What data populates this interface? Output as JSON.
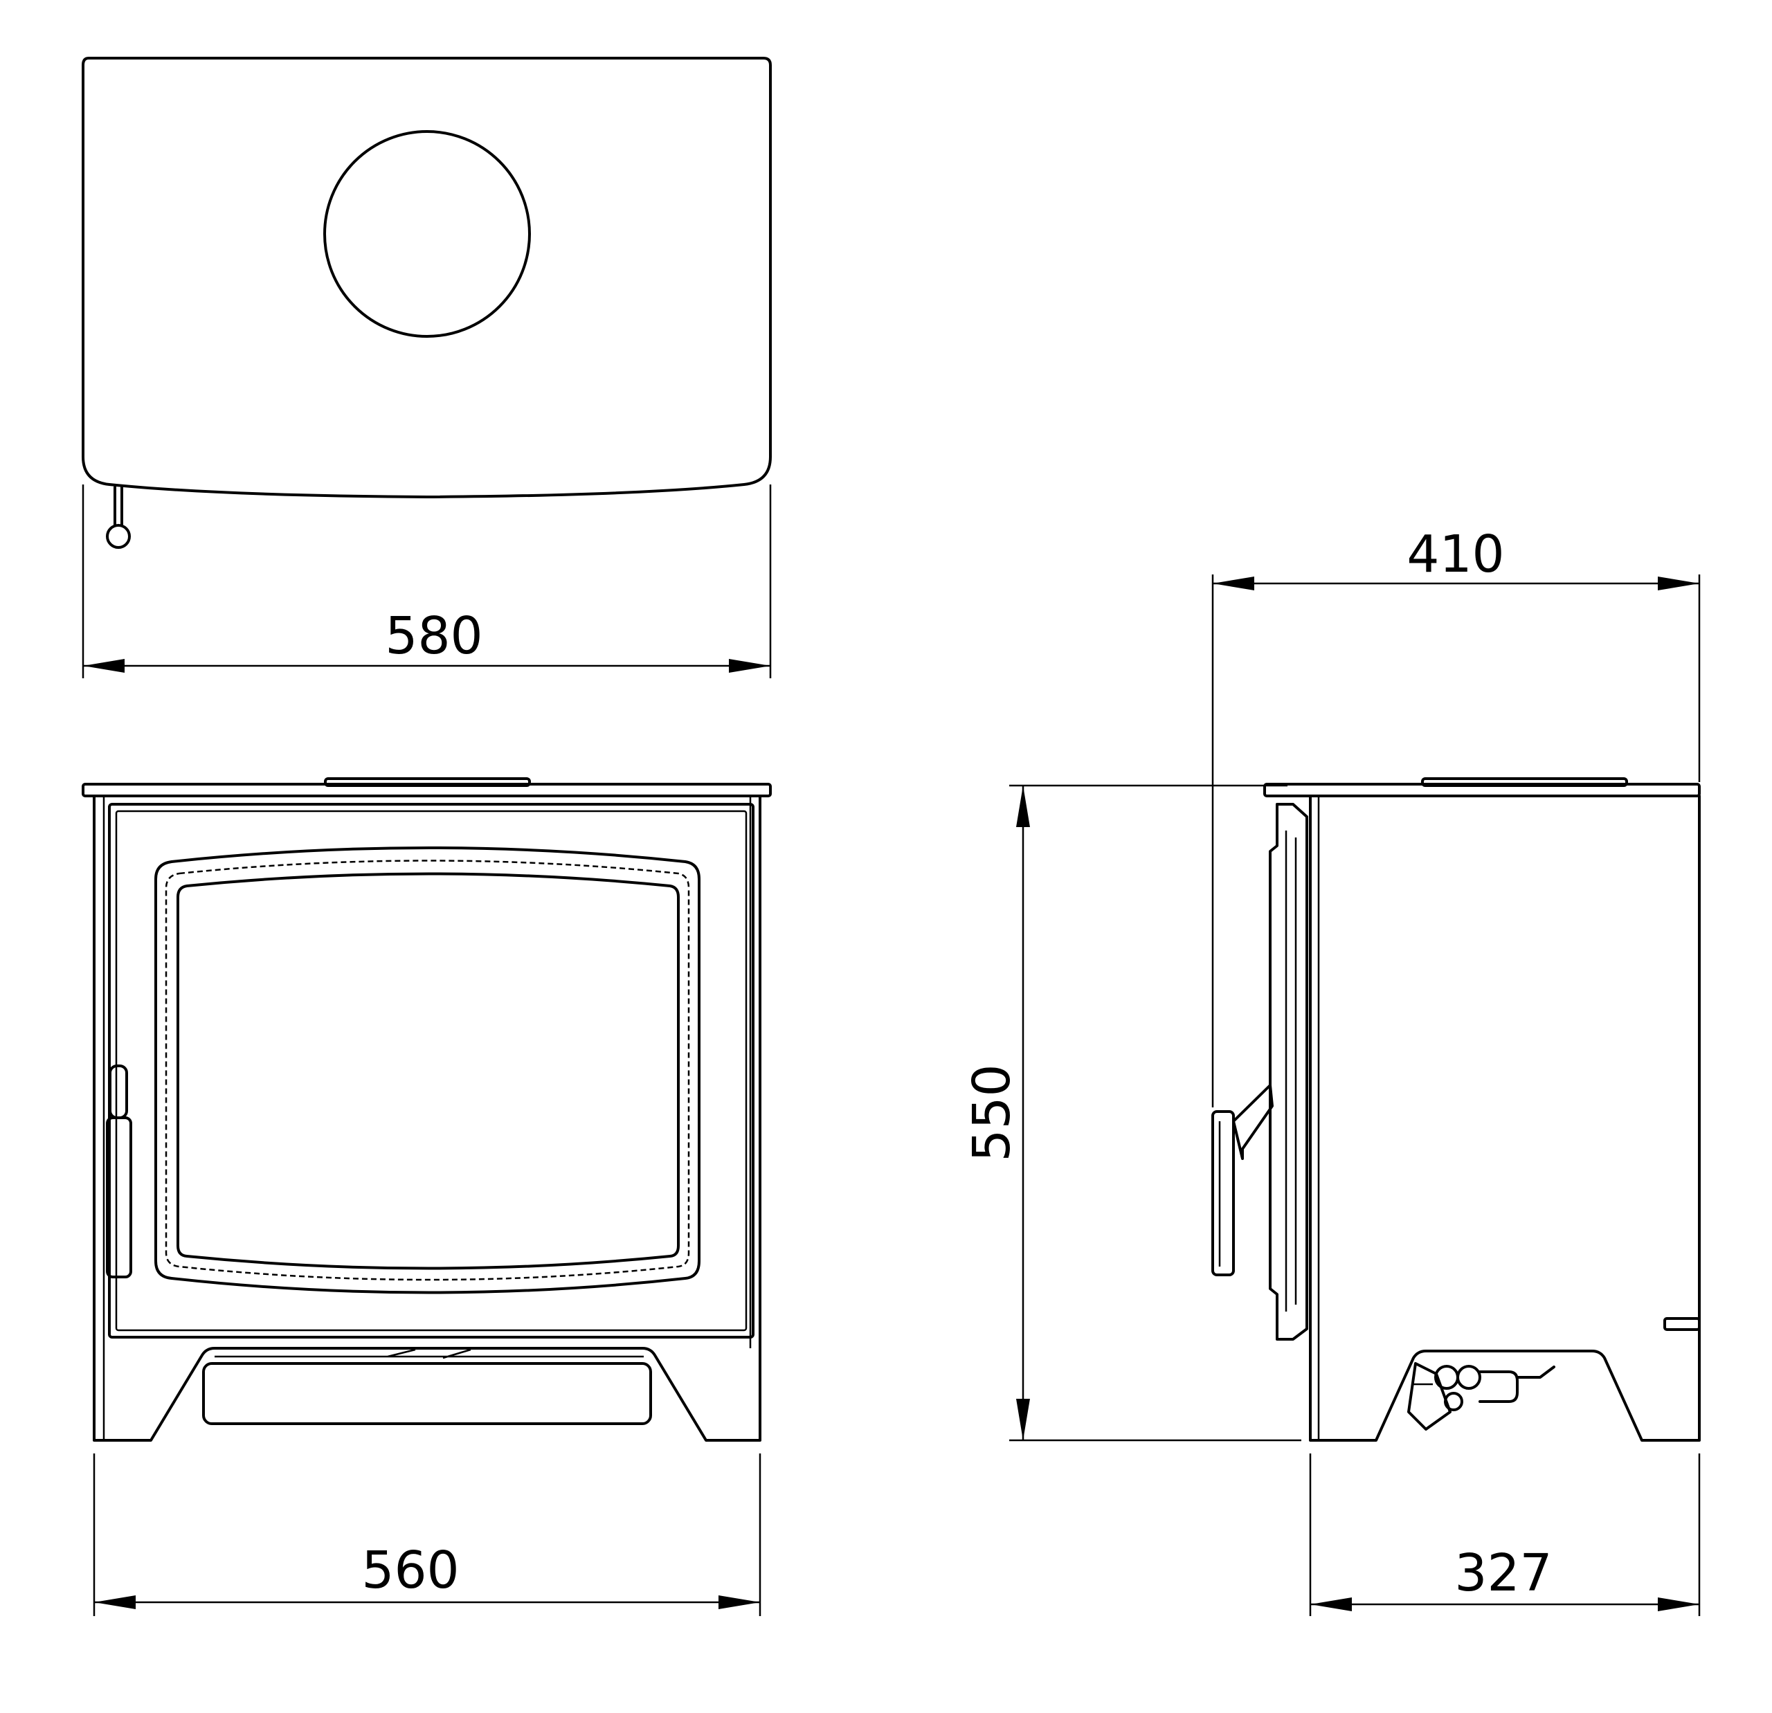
{
  "drawing": {
    "views": [
      "top-view",
      "front-view",
      "side-view"
    ],
    "dimensions": {
      "top_width": "580",
      "front_width": "560",
      "height": "550",
      "side_depth": "410",
      "side_base_depth": "327"
    },
    "colors": {
      "line": "#000000",
      "background": "#ffffff"
    }
  }
}
